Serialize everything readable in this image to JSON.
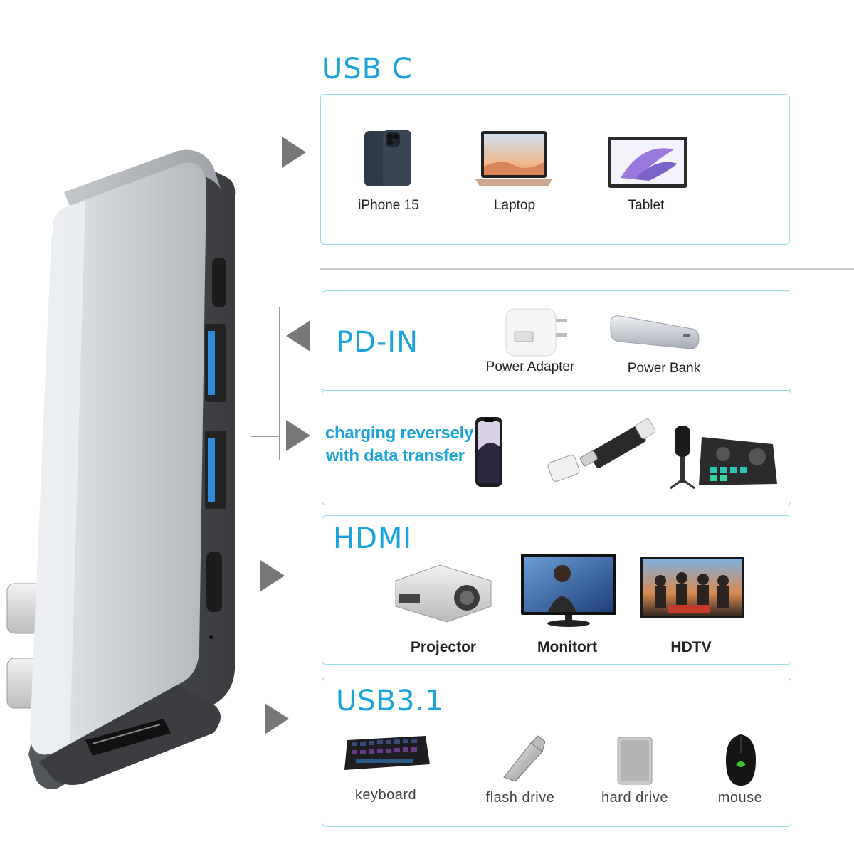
{
  "sections": {
    "usbc": {
      "title": "USB C",
      "items": [
        "iPhone 15",
        "Laptop",
        "Tablet"
      ]
    },
    "pdin": {
      "title": "PD-IN",
      "items": [
        "Power Adapter",
        "Power Bank"
      ]
    },
    "reverse": {
      "line1": "charging reversely",
      "line2": "with data transfer"
    },
    "hdmi": {
      "title": "HDMI",
      "items": [
        "Projector",
        "Monitort",
        "HDTV"
      ]
    },
    "usb31": {
      "title": "USB3.1",
      "items": [
        "keyboard",
        "flash drive",
        "hard drive",
        "mouse"
      ]
    }
  },
  "icons": {
    "arrows": [
      "arrow-right-icon",
      "arrow-left-icon"
    ],
    "hub": "usb-c-hub-icon"
  },
  "colors": {
    "accent": "#1aa3dc",
    "box_border": "#9bdbe6",
    "arrow": "#777777",
    "usb_port_blue": "#2f8ad8"
  }
}
